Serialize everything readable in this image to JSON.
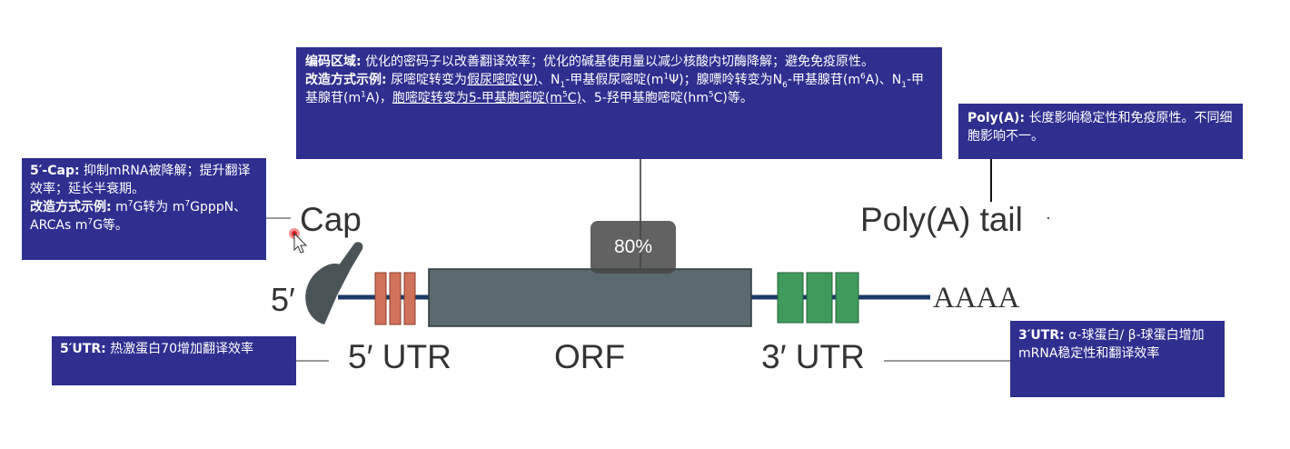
{
  "diagram": {
    "labels": {
      "cap": "Cap",
      "poly_a_tail": "Poly(A) tail",
      "five_prime": "5′",
      "five_utr": "5′ UTR",
      "orf": "ORF",
      "three_utr": "3′ UTR",
      "aaaa": "AAAA"
    },
    "colors": {
      "box_bg": "#2e2f8f",
      "utr5_segments": "#d0715a",
      "utr3_segments": "#3f9b5c",
      "orf_body": "#5a6a6e",
      "strand": "#1b3a66",
      "cap": "#4a5456"
    }
  },
  "boxes": {
    "cap": {
      "heading": "5′-Cap:",
      "text1": "抑制mRNA被降解；提升翻译效率；延长半衰期。",
      "heading2": "改造方式示例:",
      "p1": "m",
      "p1_sup": "7",
      "p2": "G转为",
      "p3": "m",
      "p3_sup": "7",
      "p4": "GpppN、 ARCAs m",
      "p4_sup": "7",
      "p5": "G等。"
    },
    "coding": {
      "heading": "编码区域:",
      "text1": "优化的密码子以改善翻译效率；优化的碱基使用量以减少核酸内切酶降解；避免免疫原性。",
      "heading2": "改造方式示例:",
      "s1": "尿嘧啶转变为",
      "s2_u": "假尿嘧啶(Ψ)",
      "s3": "、N",
      "s3_sub": "1",
      "s4": "-甲基假尿嘧啶(m",
      "s4_sup": "1",
      "s5": "Ψ)；腺嘌呤转变为N",
      "s5_sub": "6",
      "s6": "-甲基腺苷(m",
      "s6_sup": "6",
      "s7": "A)、N",
      "s7_sub": "1",
      "s8": "-甲基腺苷(m",
      "s8_sup": "1",
      "s9": "A)，",
      "s10_u": "胞嘧啶转变为5-甲基胞嘧啶(m",
      "s10_sup": "5",
      "s11_u": "C)",
      "s12": "、5-羟甲基胞嘧啶(hm",
      "s12_sup": "5",
      "s13": "C)等。"
    },
    "polya": {
      "heading": "Poly(A):",
      "text": "长度影响稳定性和免疫原性。不同细胞影响不一。"
    },
    "utr5": {
      "heading": "5′UTR:",
      "text": "热激蛋白70增加翻译效率"
    },
    "utr3": {
      "heading": "3′UTR:",
      "text": "α-球蛋白/ β-球蛋白增加mRNA稳定性和翻译效率"
    }
  },
  "overlay": {
    "zoom_label": "80%"
  }
}
